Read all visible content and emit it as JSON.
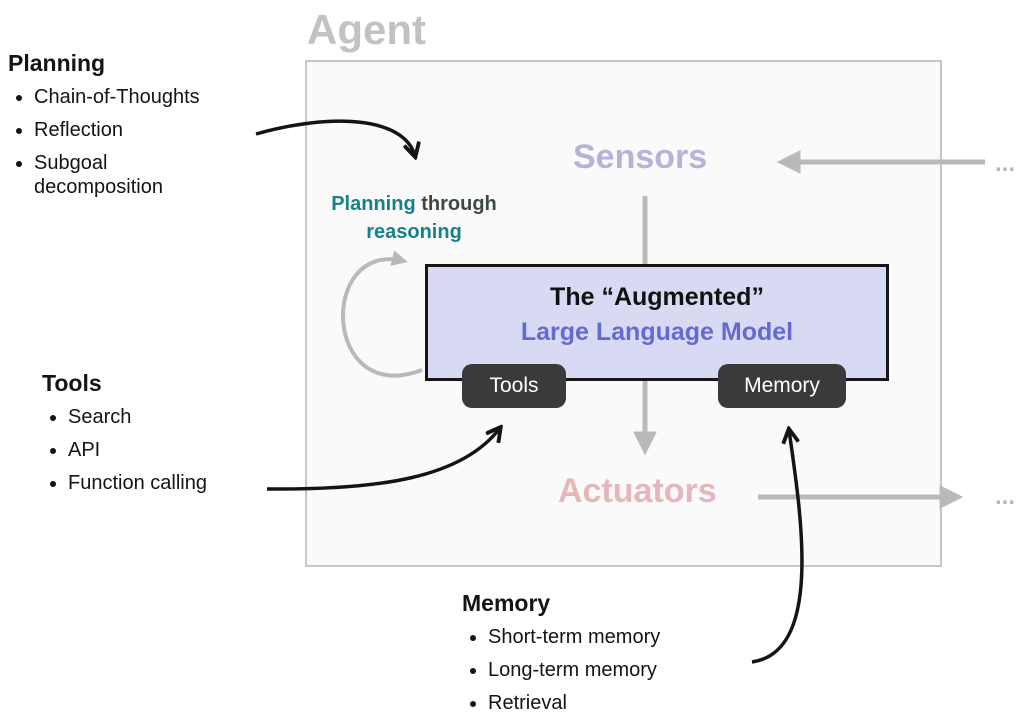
{
  "agent": {
    "title": "Agent"
  },
  "flow": {
    "sensors": "Sensors",
    "actuators": "Actuators",
    "ellipsis_in": "...",
    "ellipsis_out": "..."
  },
  "planning_note": {
    "word1": "Planning",
    "word2": " through",
    "word3": "reasoning"
  },
  "llm": {
    "line1": "The “Augmented”",
    "line2": "Large Language Model"
  },
  "tabs": {
    "tools": "Tools",
    "memory": "Memory"
  },
  "annotations": {
    "planning": {
      "title": "Planning",
      "items": [
        "Chain-of-Thoughts",
        "Reflection",
        "Subgoal decomposition"
      ]
    },
    "tools": {
      "title": "Tools",
      "items": [
        "Search",
        "API",
        "Function calling"
      ]
    },
    "memory": {
      "title": "Memory",
      "items": [
        "Short-term memory",
        "Long-term memory",
        "Retrieval"
      ]
    }
  },
  "colors": {
    "agent_border": "#c6c6c6",
    "agent_title": "#c2c2c2",
    "sensors": "#b4b4d9",
    "actuators": "#e5b6ba",
    "llm_fill": "#d7daf2",
    "llm_accent": "#6769d2",
    "teal_accent": "#17818a",
    "arrow_gray": "#b9b9b9",
    "tab_bg": "#3a3a3a"
  }
}
